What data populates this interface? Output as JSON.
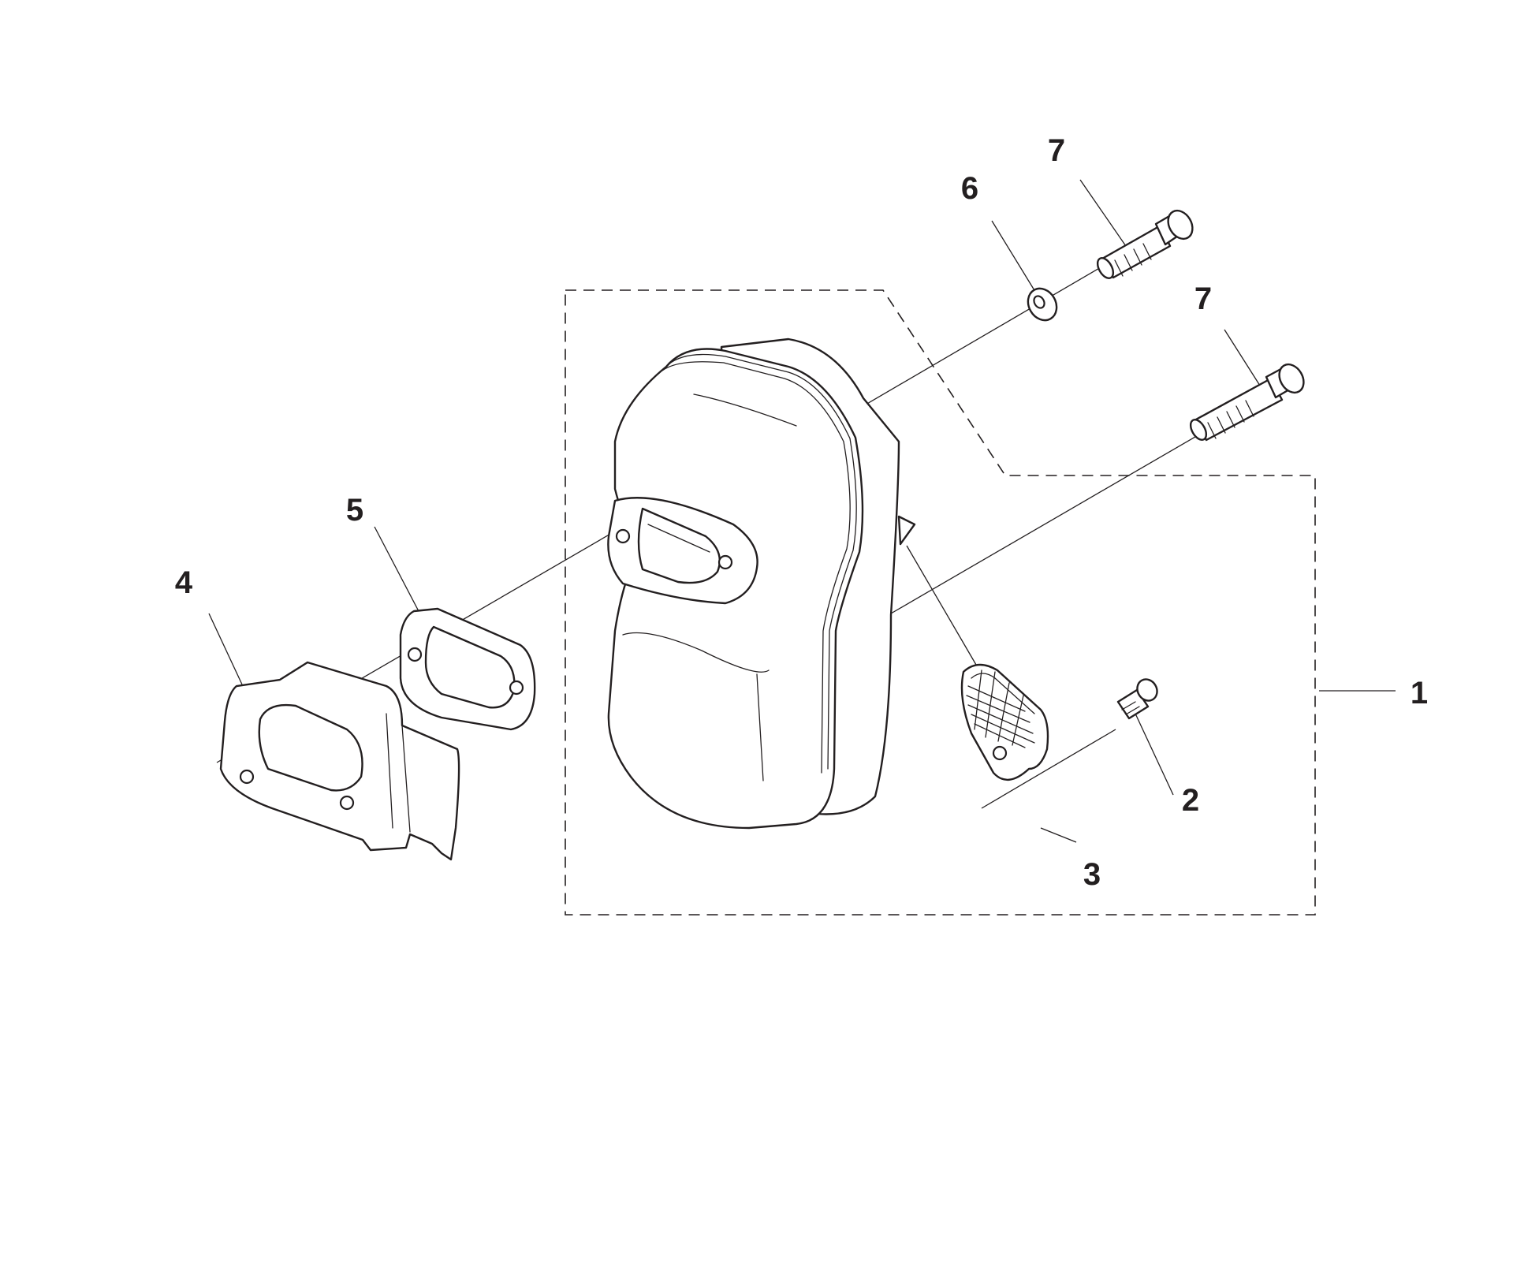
{
  "diagram": {
    "type": "exploded-parts-diagram",
    "colors": {
      "line": "#231f20",
      "background": "#ffffff"
    },
    "callouts": [
      {
        "id": "1",
        "text": "1",
        "part": "muffler-assembly"
      },
      {
        "id": "2",
        "text": "2",
        "part": "screw"
      },
      {
        "id": "3",
        "text": "3",
        "part": "spark-arrestor-screen"
      },
      {
        "id": "4",
        "text": "4",
        "part": "heat-shield-bracket"
      },
      {
        "id": "5",
        "text": "5",
        "part": "gasket"
      },
      {
        "id": "6",
        "text": "6",
        "part": "washer"
      },
      {
        "id": "7a",
        "text": "7",
        "part": "bolt-upper"
      },
      {
        "id": "7b",
        "text": "7",
        "part": "bolt-lower"
      }
    ]
  }
}
